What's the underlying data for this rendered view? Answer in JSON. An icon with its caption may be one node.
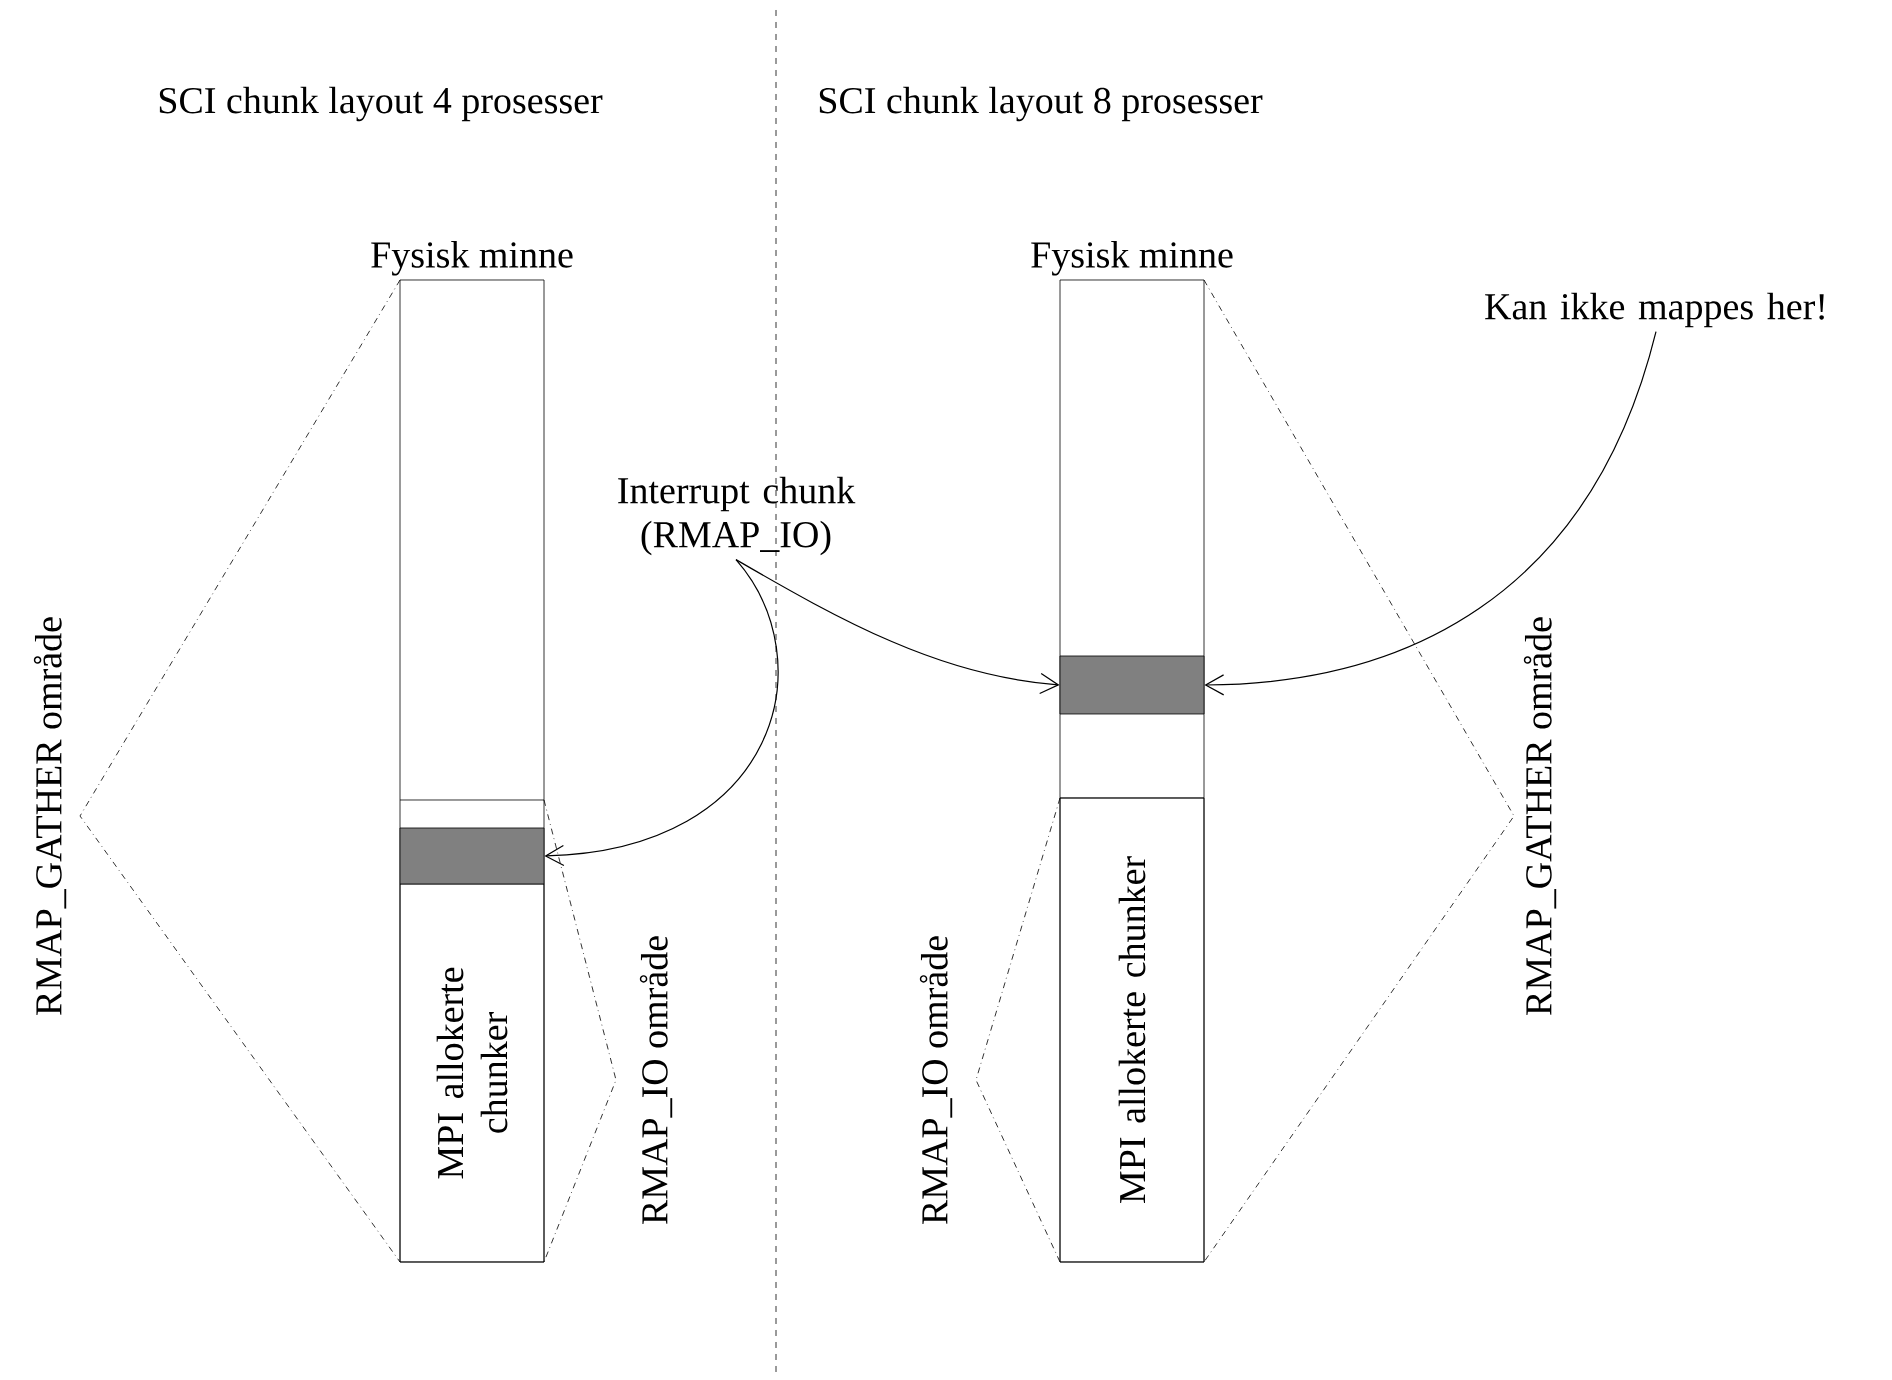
{
  "diagram": {
    "nodes": [
      {
        "text": [
          "Fysisk minne"
        ]
      },
      {
        "text": [
          "MPI allokerte chunker"
        ],
        "in": 0
      },
      {
        "text": [],
        "shape": "box",
        "in": 0
      },
      {
        "text": [
          "Fysisk minne"
        ]
      },
      {
        "text": [],
        "shape": "box",
        "in": 3
      },
      {
        "text": [
          "MPI allokerte chunker"
        ],
        "in": 3
      },
      {
        "text": [
          "Interrupt chunk (RMAP_IO)"
        ]
      },
      {
        "text": [
          "Kan ikke mappes her!"
        ]
      }
    ],
    "edges": [
      {
        "from": 6,
        "to": 2,
        "arrow": "to"
      },
      {
        "from": 6,
        "to": 4,
        "arrow": "to"
      },
      {
        "from": 7,
        "to": 4,
        "arrow": "to"
      }
    ],
    "labels": [
      "SCI chunk layout 4 prosesser",
      "SCI chunk layout 8 prosesser",
      "RMAP_GATHER område",
      "RMAP_IO område",
      "RMAP_IO område",
      "RMAP_GATHER område"
    ]
  }
}
